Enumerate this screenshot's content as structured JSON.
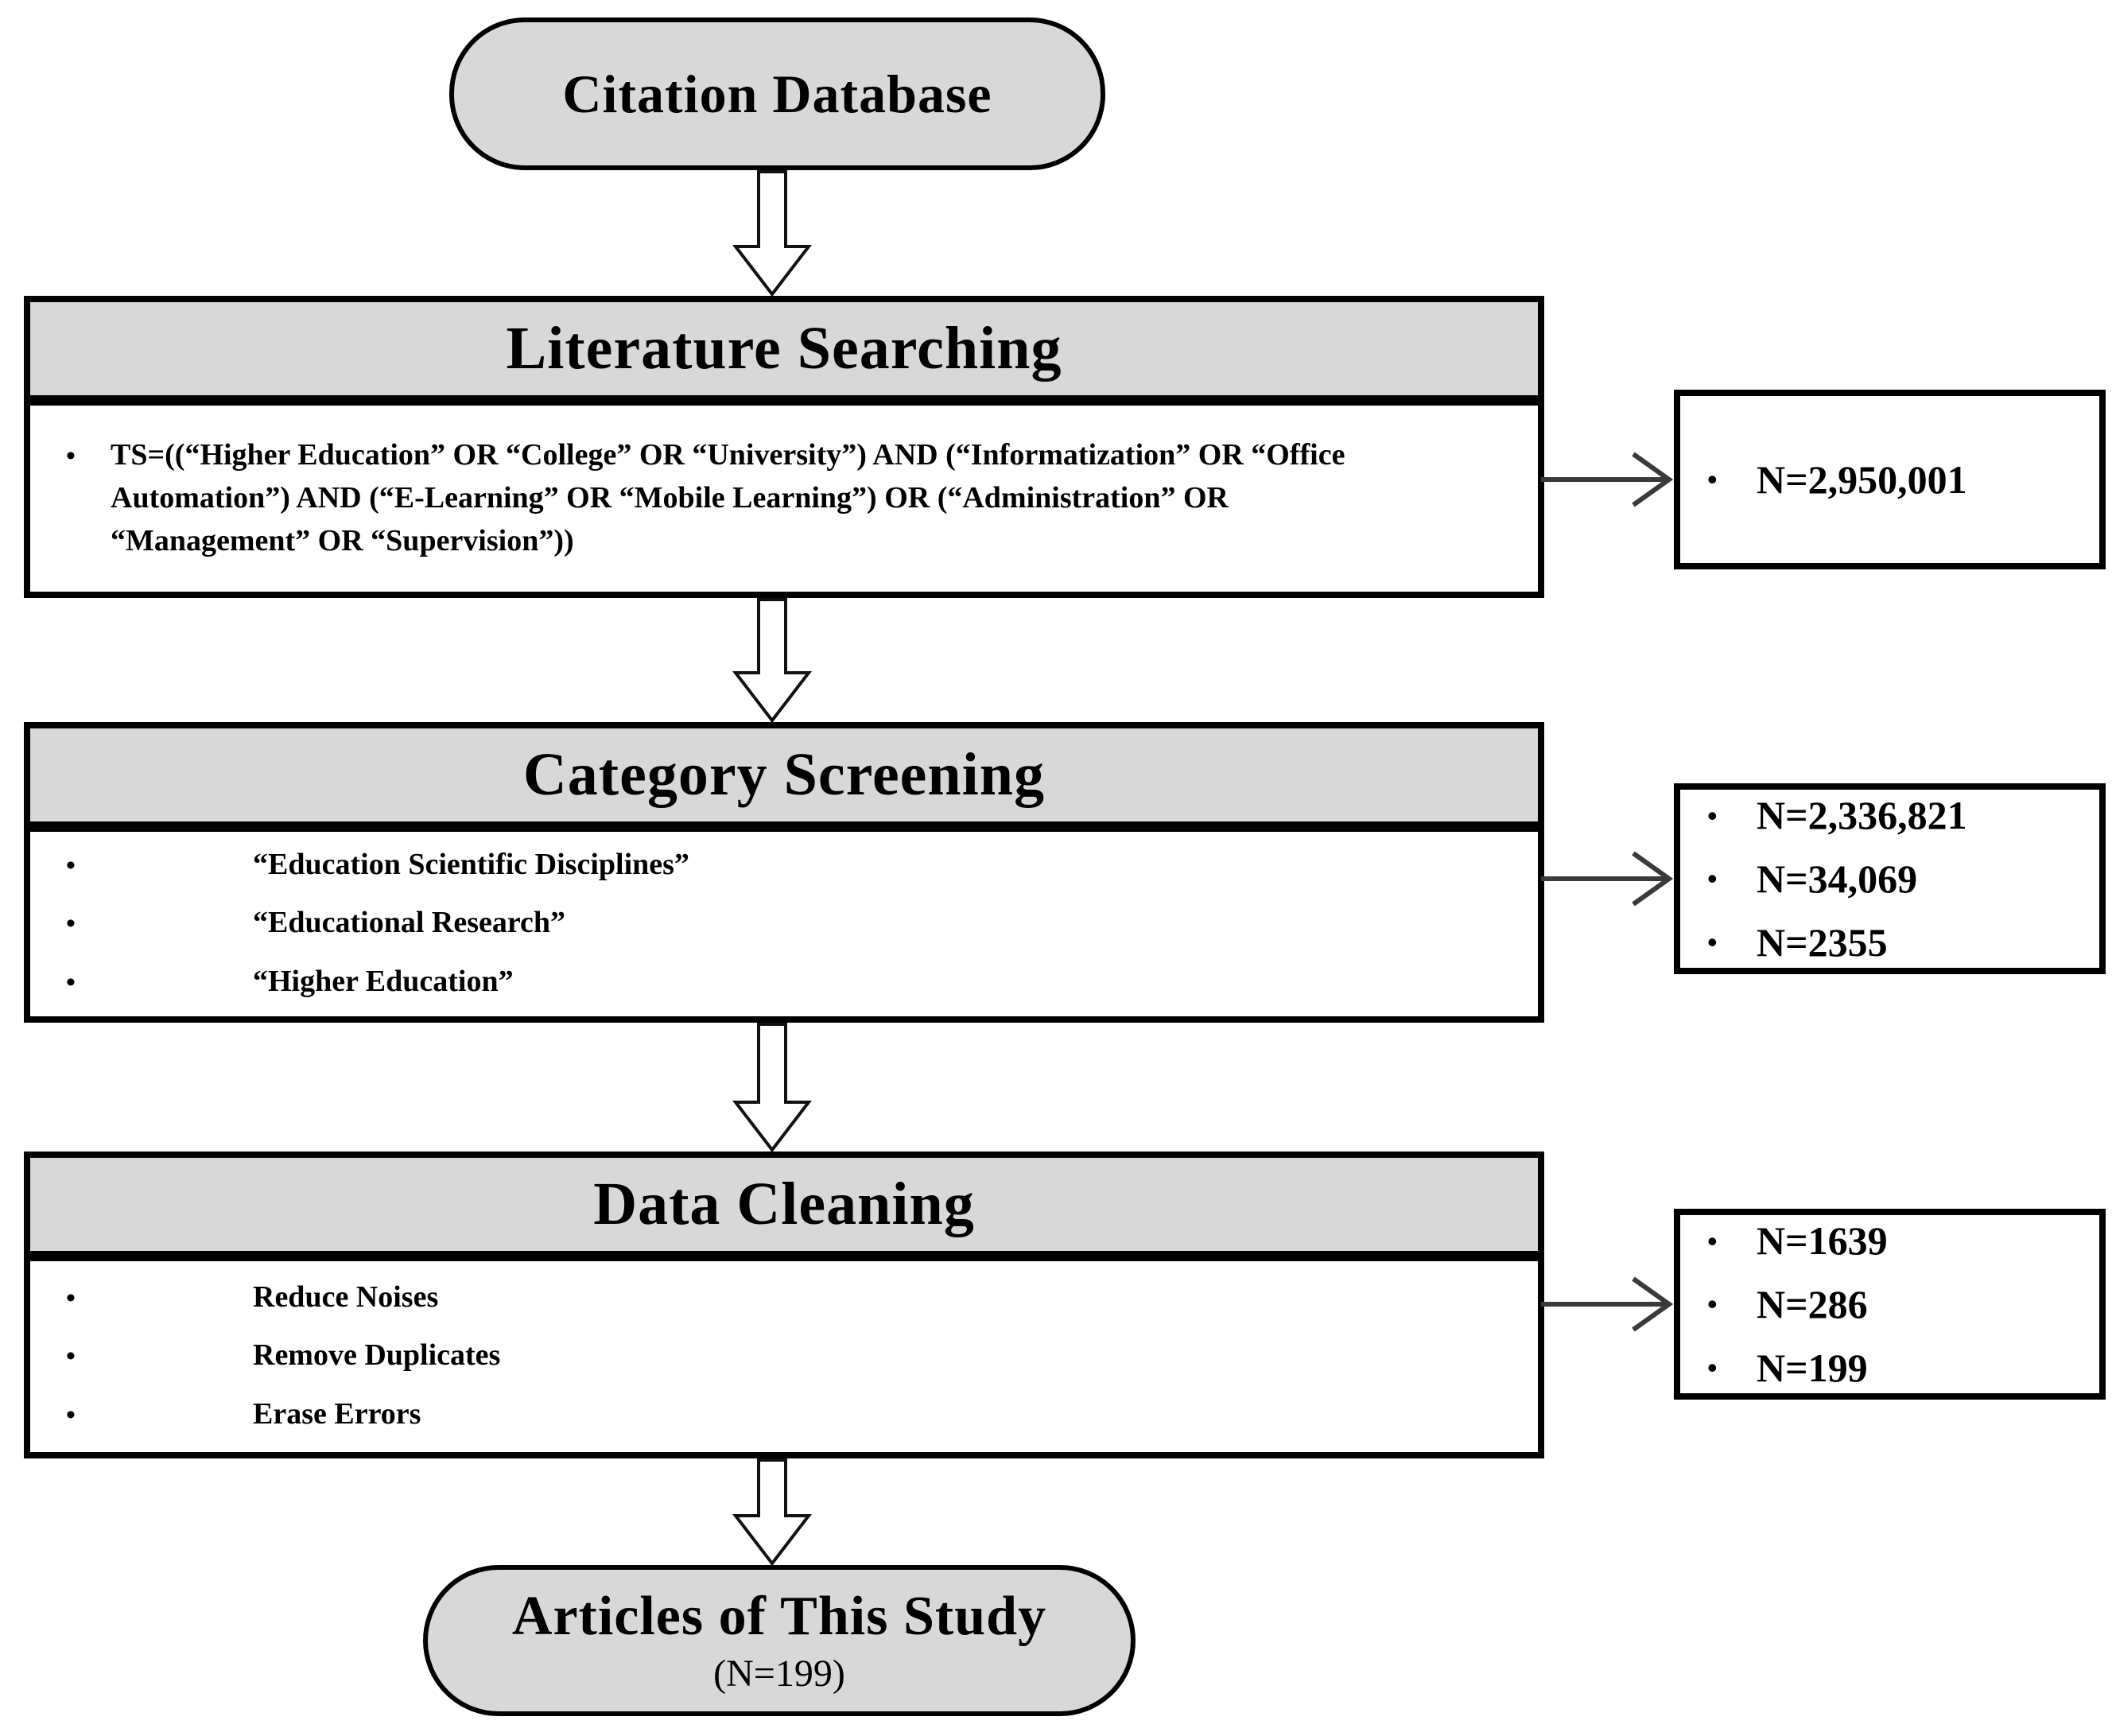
{
  "diagram": {
    "citation": {
      "title": "Citation Database"
    },
    "literature": {
      "title": "Literature Searching",
      "bullets": [
        "TS=((“Higher Education” OR “College” OR “University”) AND (“Informatization” OR “Office Automation”) AND (“E-Learning” OR “Mobile Learning”) OR (“Administration” OR “Management” OR “Supervision”))"
      ]
    },
    "category": {
      "title": "Category Screening",
      "bullets": [
        "“Education Scientific Disciplines”",
        "“Educational Research”",
        "“Higher Education”"
      ]
    },
    "cleaning": {
      "title": "Data Cleaning",
      "bullets": [
        "Reduce Noises",
        "Remove Duplicates",
        "Erase Errors"
      ]
    },
    "articles": {
      "title": "Articles of This Study",
      "subtitle": "(N=199)"
    },
    "side_boxes": [
      {
        "items": [
          "N=2,950,001"
        ]
      },
      {
        "items": [
          "N=2,336,821",
          "N=34,069",
          "N=2355"
        ]
      },
      {
        "items": [
          "N=1639",
          "N=286",
          "N=199"
        ]
      }
    ],
    "colors": {
      "node_fill": "#d8d8d8",
      "border": "#000000",
      "connector": "#3a3a3a",
      "arrow_fill": "#ffffff"
    }
  }
}
